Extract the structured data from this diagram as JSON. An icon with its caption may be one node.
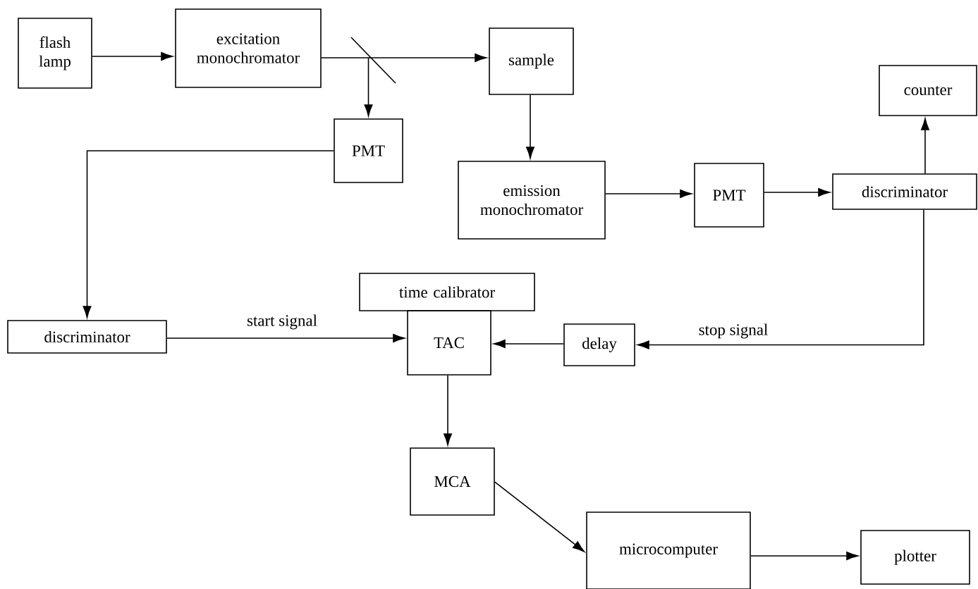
{
  "diagram": {
    "nodes": [
      {
        "text": [
          "flash lamp"
        ]
      },
      {
        "text": [
          "excitation monochromator"
        ]
      },
      {
        "text": [
          "sample"
        ]
      },
      {
        "text": [
          "PMT"
        ]
      },
      {
        "text": [
          "counter"
        ]
      },
      {
        "text": [
          "emission monochromator"
        ]
      },
      {
        "text": [
          "PMT"
        ]
      },
      {
        "text": [
          "discriminator"
        ]
      },
      {
        "text": [
          "time calibrator"
        ]
      },
      {
        "text": [
          "discriminator"
        ]
      },
      {
        "text": [
          "TAC"
        ]
      },
      {
        "text": [
          "delay"
        ]
      },
      {
        "text": [
          "MCA"
        ]
      },
      {
        "text": [
          "microcomputer"
        ]
      },
      {
        "text": [
          "plotter"
        ]
      }
    ],
    "edges": [
      {
        "from": 0,
        "to": 1,
        "arrow": "to"
      },
      {
        "from": 1,
        "to": 2,
        "arrow": "to"
      },
      {
        "from": null,
        "to": 3,
        "arrow": "to"
      },
      {
        "from": 2,
        "to": 5,
        "arrow": "to"
      },
      {
        "from": 3,
        "to": 9,
        "arrow": "to"
      },
      {
        "from": 5,
        "to": 6,
        "arrow": "to"
      },
      {
        "from": 6,
        "to": 7,
        "arrow": "to"
      },
      {
        "from": 7,
        "to": 4,
        "arrow": "to"
      },
      {
        "from": 9,
        "to": 10,
        "arrow": "to",
        "label": "start signal"
      },
      {
        "from": 7,
        "to": 11,
        "arrow": "to",
        "label": "stop signal"
      },
      {
        "from": 11,
        "to": 10,
        "arrow": "to"
      },
      {
        "from": 10,
        "to": 12,
        "arrow": "to"
      },
      {
        "from": 12,
        "to": 13,
        "arrow": "to"
      },
      {
        "from": 13,
        "to": 14,
        "arrow": "to"
      }
    ]
  }
}
